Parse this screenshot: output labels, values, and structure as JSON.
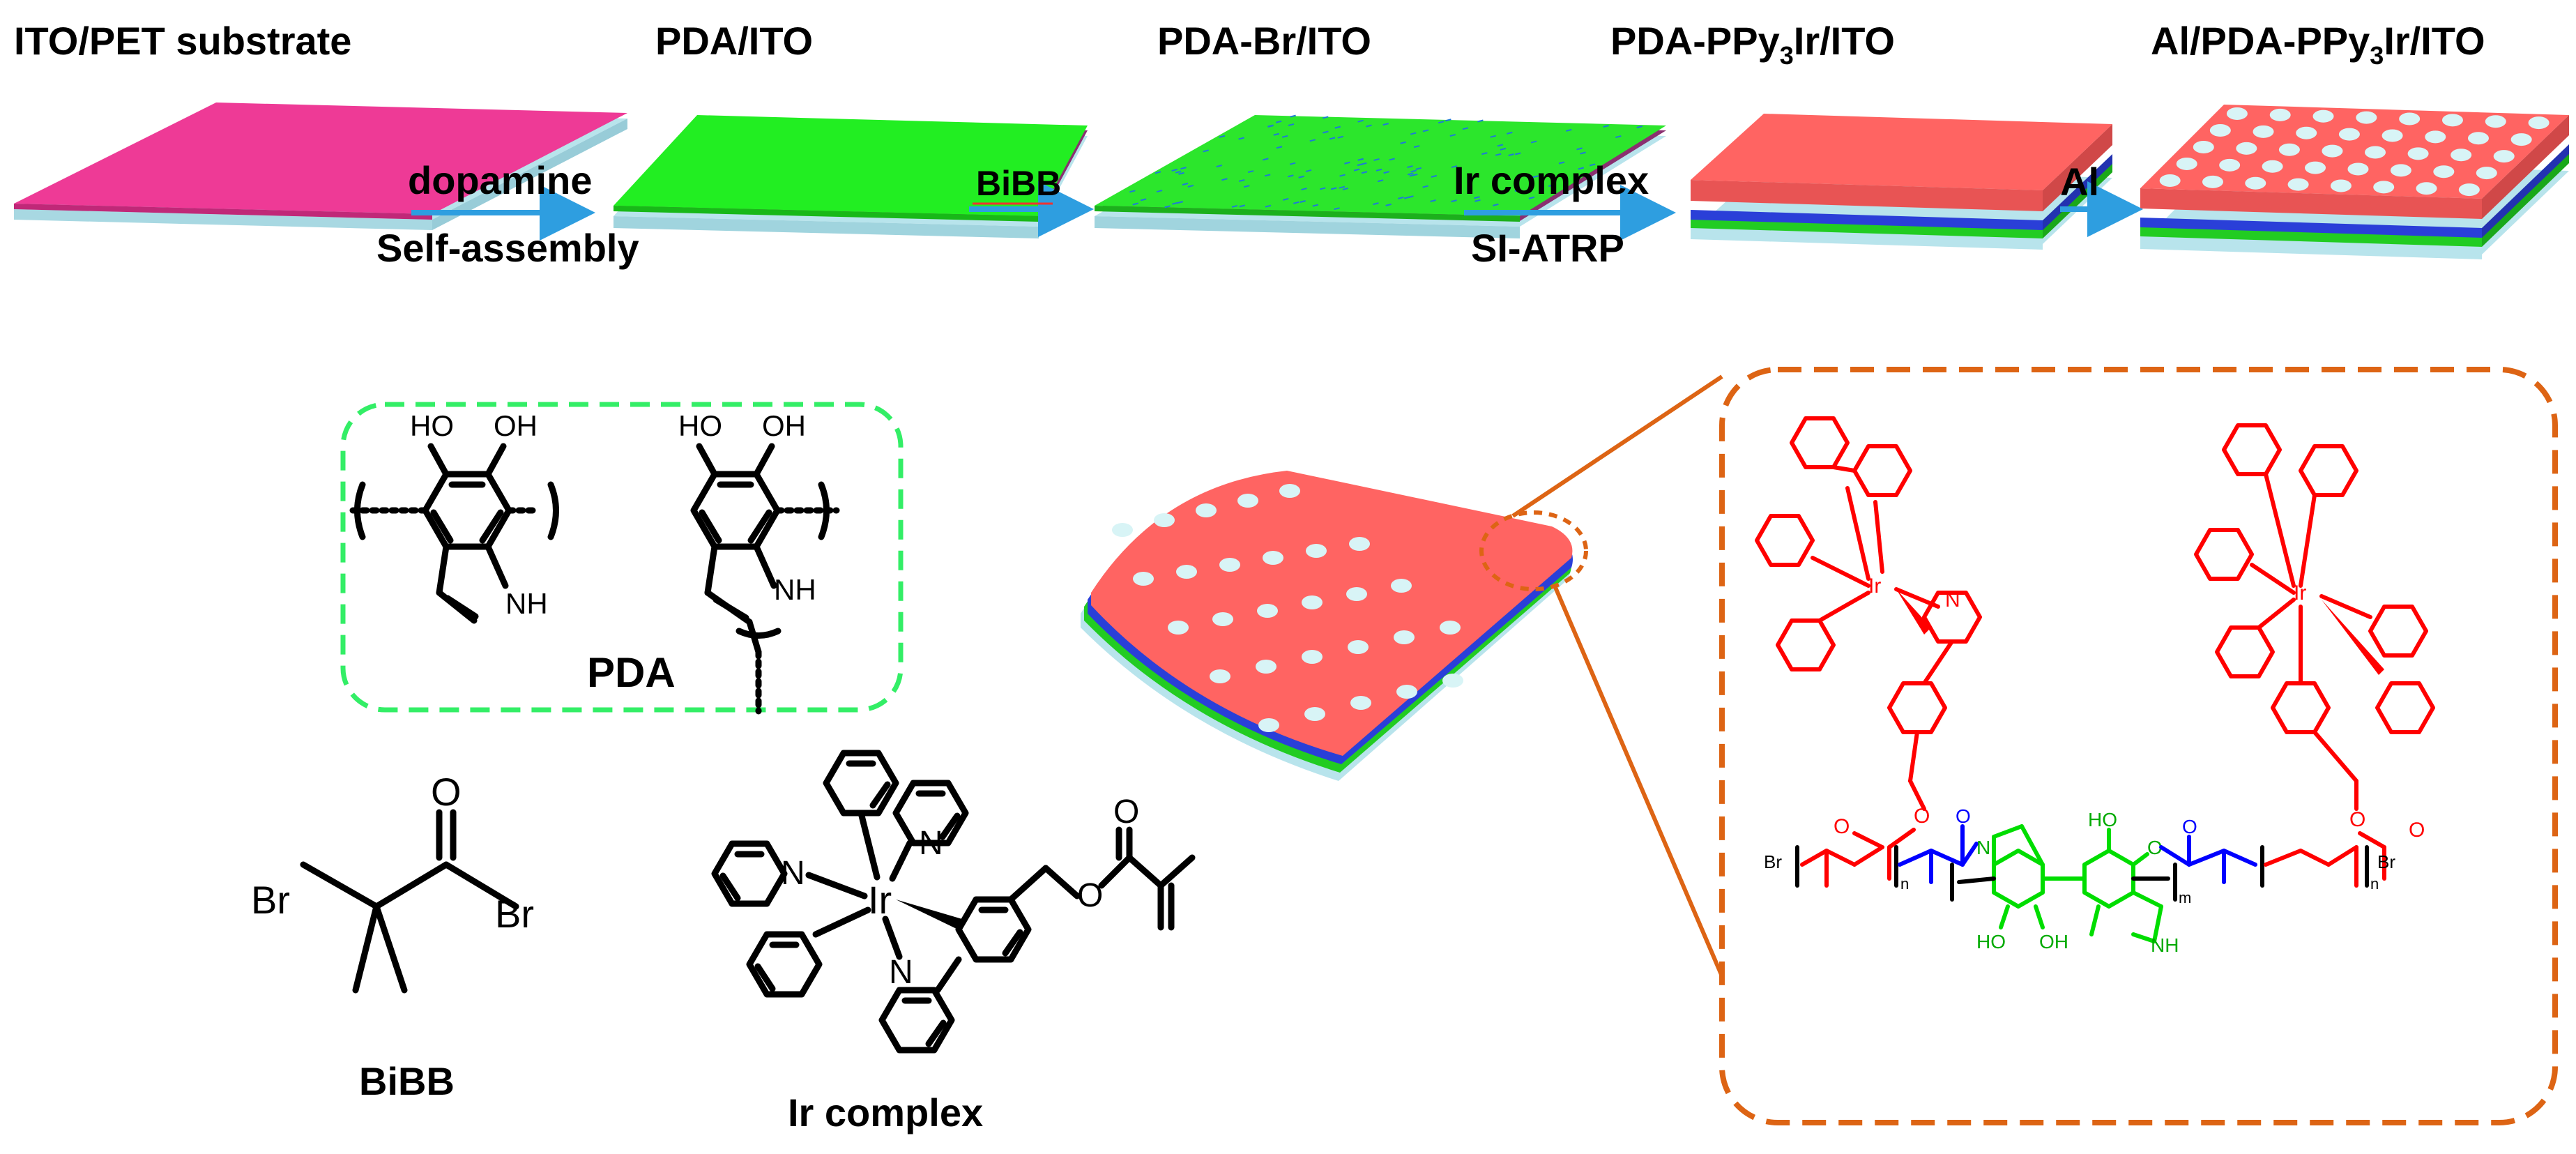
{
  "colors": {
    "substrate_pink": "#ee3a96",
    "pda_green": "#22ee22",
    "pdabr_green": "#2ce62c",
    "ppy_red": "#ff6462",
    "layer_blue": "#2a3fd8",
    "ito_light": "#b8e4ec",
    "dot_cyan": "#d8f4f6",
    "arrow_blue": "#2e9ee0",
    "dashed_green": "#33ee66",
    "dashed_orange": "#dd6414",
    "polymer_red": "#ff0000",
    "polymer_blue": "#0000ff",
    "polymer_green": "#00dd00"
  },
  "steps": [
    {
      "label": "ITO/PET substrate"
    },
    {
      "label": "PDA/ITO"
    },
    {
      "label": "PDA-Br/ITO"
    },
    {
      "label_main": "PDA-PPy",
      "label_sub": "3",
      "label_tail": "Ir/ITO"
    },
    {
      "label_main": "Al/PDA-PPy",
      "label_sub": "3",
      "label_tail": "Ir/ITO"
    }
  ],
  "arrows": [
    {
      "top": "dopamine",
      "bottom": "Self-assembly"
    },
    {
      "top": "BiBB",
      "bottom": ""
    },
    {
      "top": "Ir complex",
      "bottom": "SI-ATRP"
    },
    {
      "top": "Al",
      "bottom": ""
    }
  ],
  "structures": {
    "pda": {
      "name": "PDA",
      "atoms": {
        "oh1": "HO",
        "oh2": "OH",
        "oh3": "HO",
        "oh4": "OH",
        "nh1": "NH",
        "nh2": "NH"
      }
    },
    "bibb": {
      "name": "BiBB",
      "atoms": {
        "o": "O",
        "br1": "Br",
        "br2": "Br"
      }
    },
    "ir_complex": {
      "name": "Ir complex",
      "atoms": {
        "ir": "Ir",
        "n1": "N",
        "n2": "N",
        "n3": "N",
        "o1": "O",
        "o2": "O"
      }
    },
    "polymer": {
      "atoms": {
        "ir1": "Ir",
        "ir2": "Ir",
        "n": "N",
        "o": "O",
        "br": "Br",
        "n_sub": "n",
        "m_sub": "m",
        "ho": "HO",
        "oh": "OH",
        "nh": "NH"
      }
    }
  }
}
